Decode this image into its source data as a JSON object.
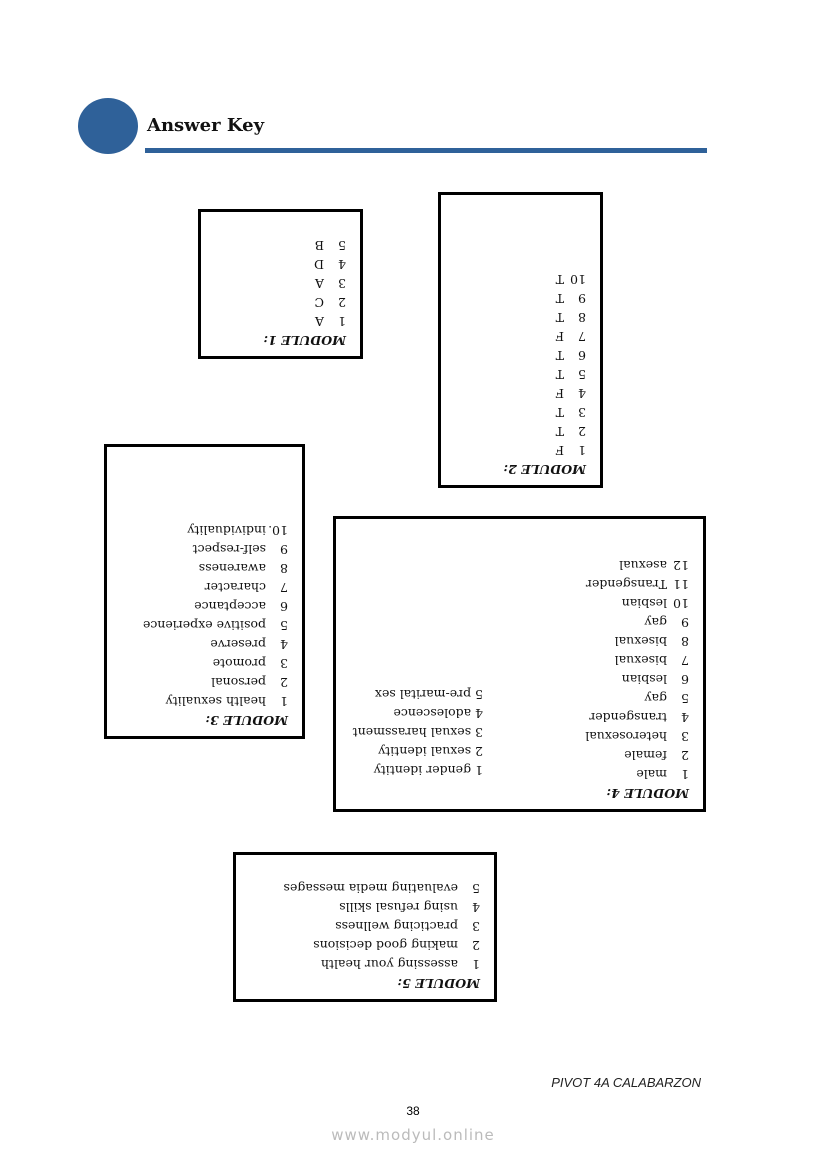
{
  "header": {
    "title": "Answer Key",
    "accent": "#2f6199"
  },
  "modules": {
    "m1": {
      "title": "MODULE 1:",
      "items": [
        [
          "1",
          "A"
        ],
        [
          "2",
          "C"
        ],
        [
          "3",
          "A"
        ],
        [
          "4",
          "D"
        ],
        [
          "5",
          "B"
        ]
      ]
    },
    "m2": {
      "title": "MODULE 2:",
      "items": [
        [
          "1",
          "F"
        ],
        [
          "2",
          "T"
        ],
        [
          "3",
          "T"
        ],
        [
          "4",
          "F"
        ],
        [
          "5",
          "T"
        ],
        [
          "6",
          "T"
        ],
        [
          "7",
          "F"
        ],
        [
          "8",
          "T"
        ],
        [
          "9",
          "T"
        ],
        [
          "10",
          "T"
        ]
      ]
    },
    "m3": {
      "title": "MODULE 3:",
      "items": [
        [
          "1",
          "health sexuality"
        ],
        [
          "2",
          "personal"
        ],
        [
          "3",
          "promote"
        ],
        [
          "4",
          "preserve"
        ],
        [
          "5",
          "positive experience"
        ],
        [
          "6",
          "acceptance"
        ],
        [
          "7",
          "character"
        ],
        [
          "8",
          "awareness"
        ],
        [
          "9",
          "self-respect"
        ],
        [
          "10.",
          "individuality"
        ]
      ]
    },
    "m4": {
      "title": "MODULE 4:",
      "items": [
        [
          "1",
          "male"
        ],
        [
          "2",
          "female"
        ],
        [
          "3",
          "heterosexual"
        ],
        [
          "4",
          "transgender"
        ],
        [
          "5",
          "gay"
        ],
        [
          "6",
          "lesbian"
        ],
        [
          "7",
          "bisexual"
        ],
        [
          "8",
          "bisexual"
        ],
        [
          "9",
          "gay"
        ],
        [
          "10",
          "lesbian"
        ],
        [
          "11",
          "Transgender"
        ],
        [
          "12",
          "asexual"
        ]
      ],
      "items2": [
        [
          "1",
          "gender identity"
        ],
        [
          "2",
          "sexual identity"
        ],
        [
          "3",
          "sexual harassment"
        ],
        [
          "4",
          "adolescence"
        ],
        [
          "5",
          "pre-marital sex"
        ]
      ]
    },
    "m5": {
      "title": "MODULE 5:",
      "items": [
        [
          "1",
          "assessing your health"
        ],
        [
          "2",
          "making good decisions"
        ],
        [
          "3",
          "practicing wellness"
        ],
        [
          "4",
          "using refusal skills"
        ],
        [
          "5",
          "evaluating media messages"
        ]
      ]
    }
  },
  "footer": {
    "publisher": "PIVOT 4A CALABARZON",
    "page_number": "38",
    "watermark": "www.modyul.online"
  }
}
